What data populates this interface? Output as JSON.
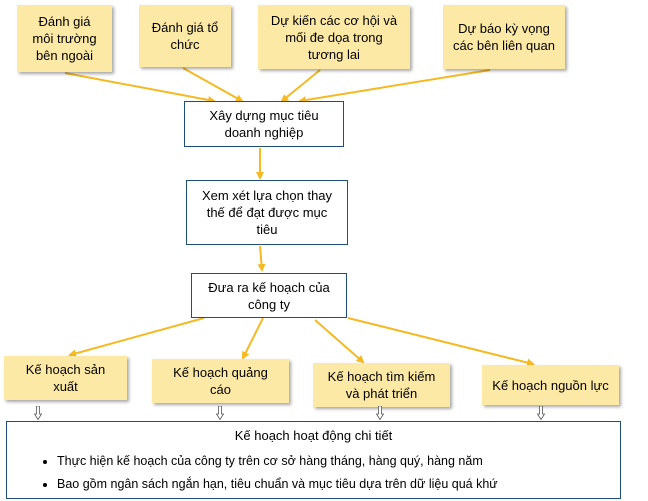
{
  "inputs": [
    {
      "label": "Đánh giá\nmôi trường\nbên ngoài"
    },
    {
      "label": "Đánh giá tổ\nchức"
    },
    {
      "label": "Dự kiến các cơ hội và\nmối đe dọa trong\ntương lai"
    },
    {
      "label": "Dự báo kỳ vọng\ncác bên liên quan"
    }
  ],
  "steps": {
    "goals": "Xây dựng mục tiêu\ndoanh nghiệp",
    "alternatives": "Xem xét lựa chọn thay\nthế để đạt được mục\ntiêu",
    "company_plan": "Đưa ra kế hoạch của\ncông ty"
  },
  "plans": [
    {
      "label": "Kế hoạch sản\nxuất"
    },
    {
      "label": "Kế hoạch quảng\ncáo"
    },
    {
      "label": "Kế hoạch tìm kiếm\nvà phát triển"
    },
    {
      "label": "Kế hoạch nguồn lực"
    }
  ],
  "detail": {
    "title": "Kế hoạch hoạt động chi tiết",
    "bullets": [
      "Thực hiện kế hoạch của công ty trên cơ sở hàng tháng, hàng quý, hàng năm",
      "Bao gồm ngân sách ngắn hạn, tiêu chuẩn và mục tiêu dựa trên dữ liệu quá khứ"
    ]
  },
  "colors": {
    "box_fill": "#fde9a6",
    "arrow": "#f5b921",
    "border": "#1f4e79"
  }
}
